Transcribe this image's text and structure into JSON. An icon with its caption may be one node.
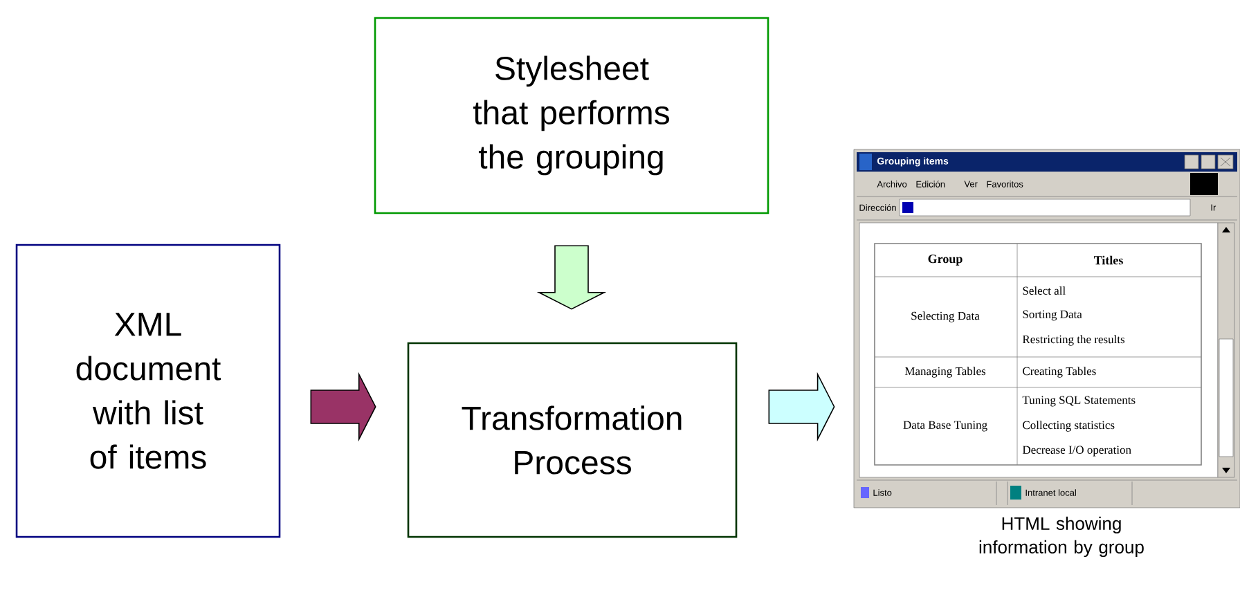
{
  "diagram": {
    "nodes": [
      {
        "text": [
          "Stylesheet that performs the grouping"
        ]
      },
      {
        "text": [
          "XML document with list of items"
        ]
      },
      {
        "text": [
          "Transformation Process"
        ]
      },
      {
        "text": [],
        "shape": "picture",
        "beside": [
          "HTML showing information by group"
        ]
      }
    ],
    "edges": [
      {
        "from": 1,
        "to": 2,
        "arrow": "to",
        "color": "#993366"
      },
      {
        "from": 0,
        "to": 2,
        "arrow": "to",
        "color": "#ccffcc"
      },
      {
        "from": 2,
        "to": 3,
        "arrow": "to",
        "color": "#ccffff"
      }
    ],
    "labels": [
      "Grouping items",
      "Archivo",
      "Edición",
      "Ver",
      "Favoritos",
      "Dirección",
      "Ir",
      "Group",
      "Titles",
      "Selecting Data",
      "Select all",
      "Sorting Data",
      "Restricting the results",
      "Managing Tables",
      "Creating Tables",
      "Data Base Tuning",
      "Tuning SQL Statements",
      "Collecting statistics",
      "Decrease I/O operation",
      "Listo",
      "Intranet local"
    ]
  }
}
